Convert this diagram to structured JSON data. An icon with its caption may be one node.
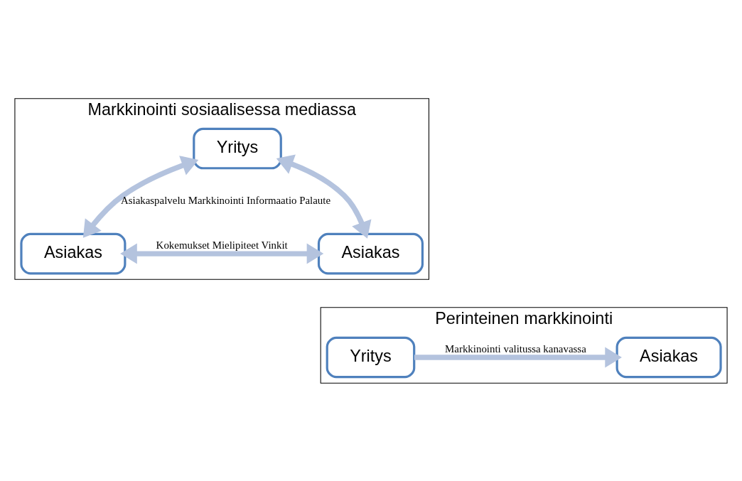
{
  "diagram": {
    "nodes": [
      {
        "text": [
          "Markkinointi sosiaalisessa mediassa"
        ]
      },
      {
        "text": [
          "Yritys"
        ],
        "in": 0
      },
      {
        "text": [
          "Asiakas"
        ],
        "in": 0
      },
      {
        "text": [
          "Asiakas"
        ],
        "in": 0
      },
      {
        "text": [
          "Perinteinen markkinointi"
        ]
      },
      {
        "text": [
          "Yritys"
        ],
        "in": 4
      },
      {
        "text": [
          "Asiakas"
        ],
        "in": 4
      }
    ],
    "edges": [
      {
        "from": 1,
        "to": 2,
        "arrow": "both",
        "label": "Asiakaspalvelu Markkinointi Informaatio Palaute"
      },
      {
        "from": 1,
        "to": 3,
        "arrow": "both"
      },
      {
        "from": 2,
        "to": 3,
        "arrow": "both",
        "label": "Kokemukset Mielipiteet Vinkit"
      },
      {
        "from": 5,
        "to": 6,
        "arrow": "to",
        "label": "Markkinointi valitussa kanavassa"
      }
    ]
  }
}
